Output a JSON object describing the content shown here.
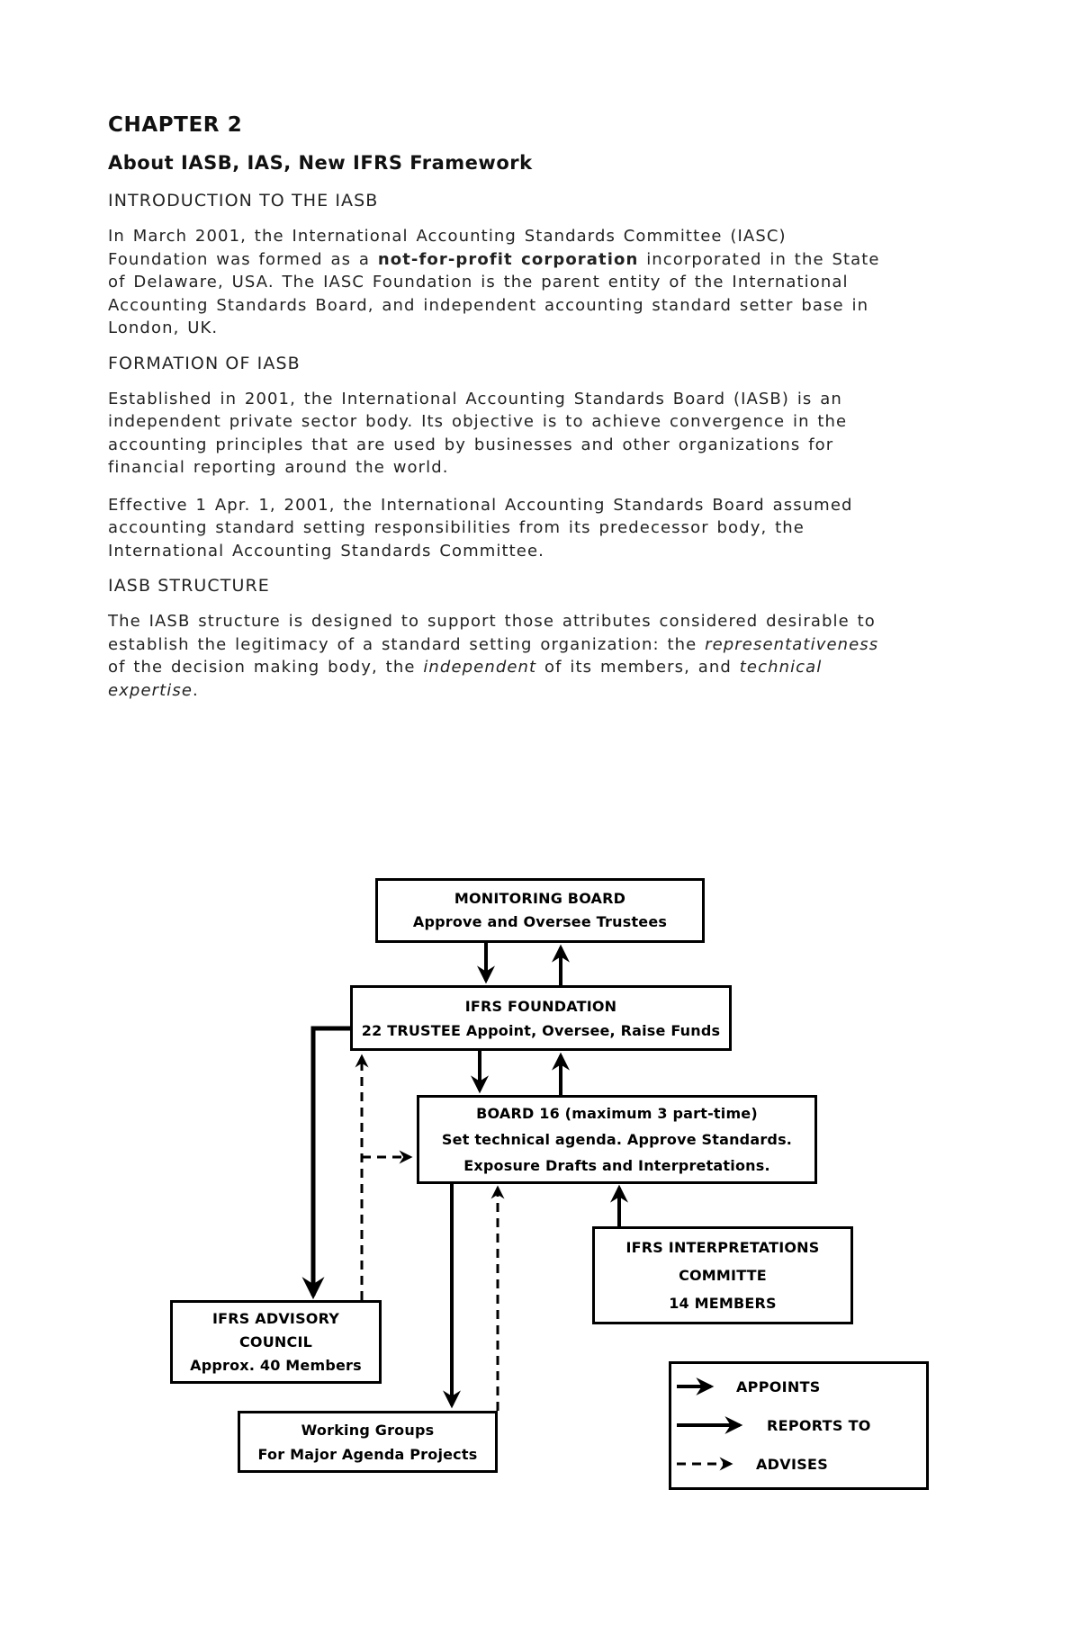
{
  "document": {
    "chapter_label": "CHAPTER 2",
    "title": "About IASB, IAS, New IFRS Framework",
    "intro": {
      "heading": "INTRODUCTION TO THE IASB",
      "p1": [
        [
          {
            "t": "In March 2001, the International Accounting Standards Committee (IASC)"
          }
        ],
        [
          {
            "t": "Foundation was formed as a "
          },
          {
            "t": "not-for-profit corporation",
            "b": 1
          },
          {
            "t": " incorporated in the State"
          }
        ],
        [
          {
            "t": "of Delaware, USA. The IASC Foundation is the parent entity of the International"
          }
        ],
        [
          {
            "t": "Accounting Standards Board, and independent accounting standard setter base in"
          }
        ],
        [
          {
            "t": "London, UK."
          }
        ]
      ]
    },
    "formation": {
      "heading": "FORMATION OF IASB",
      "p1": [
        [
          {
            "t": "Established in 2001, the International Accounting Standards Board (IASB) is an"
          }
        ],
        [
          {
            "t": "independent private sector body. Its objective is to achieve convergence in the"
          }
        ],
        [
          {
            "t": "accounting principles that are used by businesses and other organizations for"
          }
        ],
        [
          {
            "t": "financial reporting around the world."
          }
        ]
      ],
      "p2": [
        [
          {
            "t": "Effective 1 Apr. 1, 2001, the International Accounting Standards Board assumed"
          }
        ],
        [
          {
            "t": "accounting standard setting responsibilities from its predecessor body, the"
          }
        ],
        [
          {
            "t": "International Accounting Standards Committee."
          }
        ]
      ]
    },
    "structure": {
      "heading": "IASB STRUCTURE",
      "p1": [
        [
          {
            "t": "The IASB structure is designed to support those attributes considered desirable to"
          }
        ],
        [
          {
            "t": "establish the legitimacy of a standard setting organization: the "
          },
          {
            "t": "representativeness",
            "i": 1
          }
        ],
        [
          {
            "t": "of the decision making body, the "
          },
          {
            "t": "independent",
            "i": 1
          },
          {
            "t": " of its members, and "
          },
          {
            "t": "technical",
            "i": 1
          }
        ],
        [
          {
            "t": "expertise",
            "i": 1
          },
          {
            "t": "."
          }
        ]
      ]
    }
  },
  "diagram": {
    "boxes": {
      "monitoring_board": {
        "lines": [
          "MONITORING BOARD",
          "Approve and Oversee Trustees"
        ]
      },
      "ifrs_foundation": {
        "lines": [
          "IFRS FOUNDATION",
          "22 TRUSTEE Appoint, Oversee, Raise Funds"
        ]
      },
      "board_16": {
        "lines": [
          "BOARD 16 (maximum 3 part-time)",
          "Set technical agenda. Approve Standards.",
          "Exposure Drafts and Interpretations."
        ]
      },
      "ifrs_interpretations": {
        "lines": [
          "IFRS INTERPRETATIONS",
          "COMMITTE",
          "14 MEMBERS"
        ]
      },
      "ifrs_advisory": {
        "lines": [
          "IFRS ADVISORY",
          "COUNCIL",
          "Approx. 40 Members"
        ]
      },
      "working_groups": {
        "lines": [
          "Working Groups",
          "For Major Agenda Projects"
        ]
      }
    },
    "legend": {
      "appoints": "APPOINTS",
      "reports_to": "REPORTS TO",
      "advises": "ADVISES"
    },
    "colors": {
      "line": "#000000",
      "box_border": "#000000",
      "background": "#ffffff"
    }
  }
}
